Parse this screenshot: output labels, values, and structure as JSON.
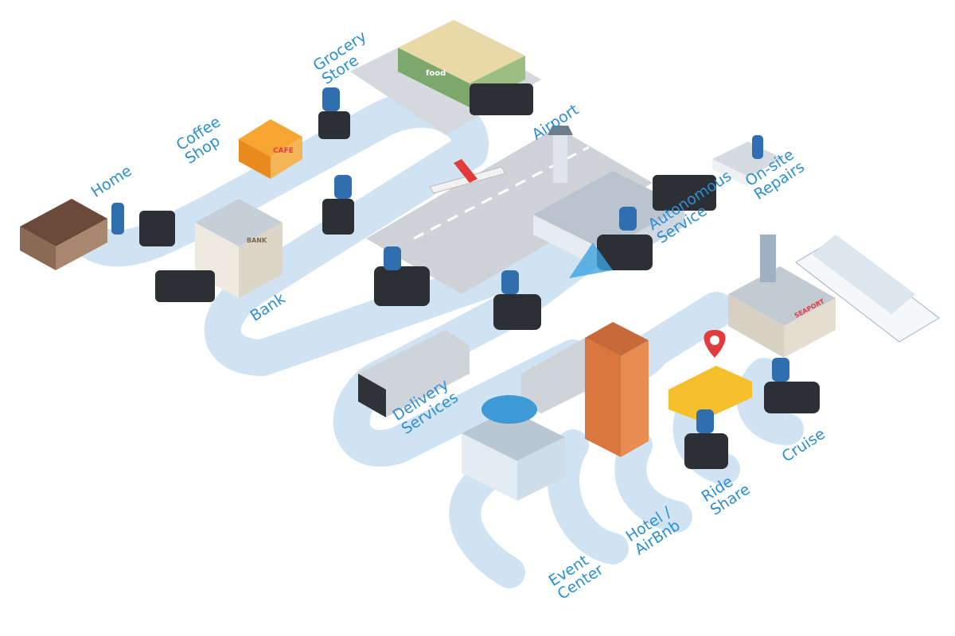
{
  "title": "Mobility destinations map",
  "colors": {
    "path": "#cfe3f3",
    "label": "#2b8fd2",
    "runway": "#cfd3d8",
    "accent": "#e23b3b"
  },
  "labels": {
    "home": [
      "Home"
    ],
    "coffee_shop": [
      "Coffee",
      "Shop"
    ],
    "grocery_store": [
      "Grocery",
      "Store"
    ],
    "airport": [
      "Airport"
    ],
    "on_site_repairs": [
      "On-site",
      "Repairs"
    ],
    "autonomous_service": [
      "Autonomous",
      "Service"
    ],
    "bank": [
      "Bank"
    ],
    "delivery_services": [
      "Delivery",
      "Services"
    ],
    "event_center": [
      "Event",
      "Center"
    ],
    "hotel_airbnb": [
      "Hotel /",
      "AirBnb"
    ],
    "ride_share": [
      "Ride",
      "Share"
    ],
    "cruise": [
      "Cruise"
    ]
  },
  "signs": {
    "cafe": "CAFE",
    "bank": "BANK",
    "grocery": "food",
    "seaport": "SEAPORT"
  }
}
